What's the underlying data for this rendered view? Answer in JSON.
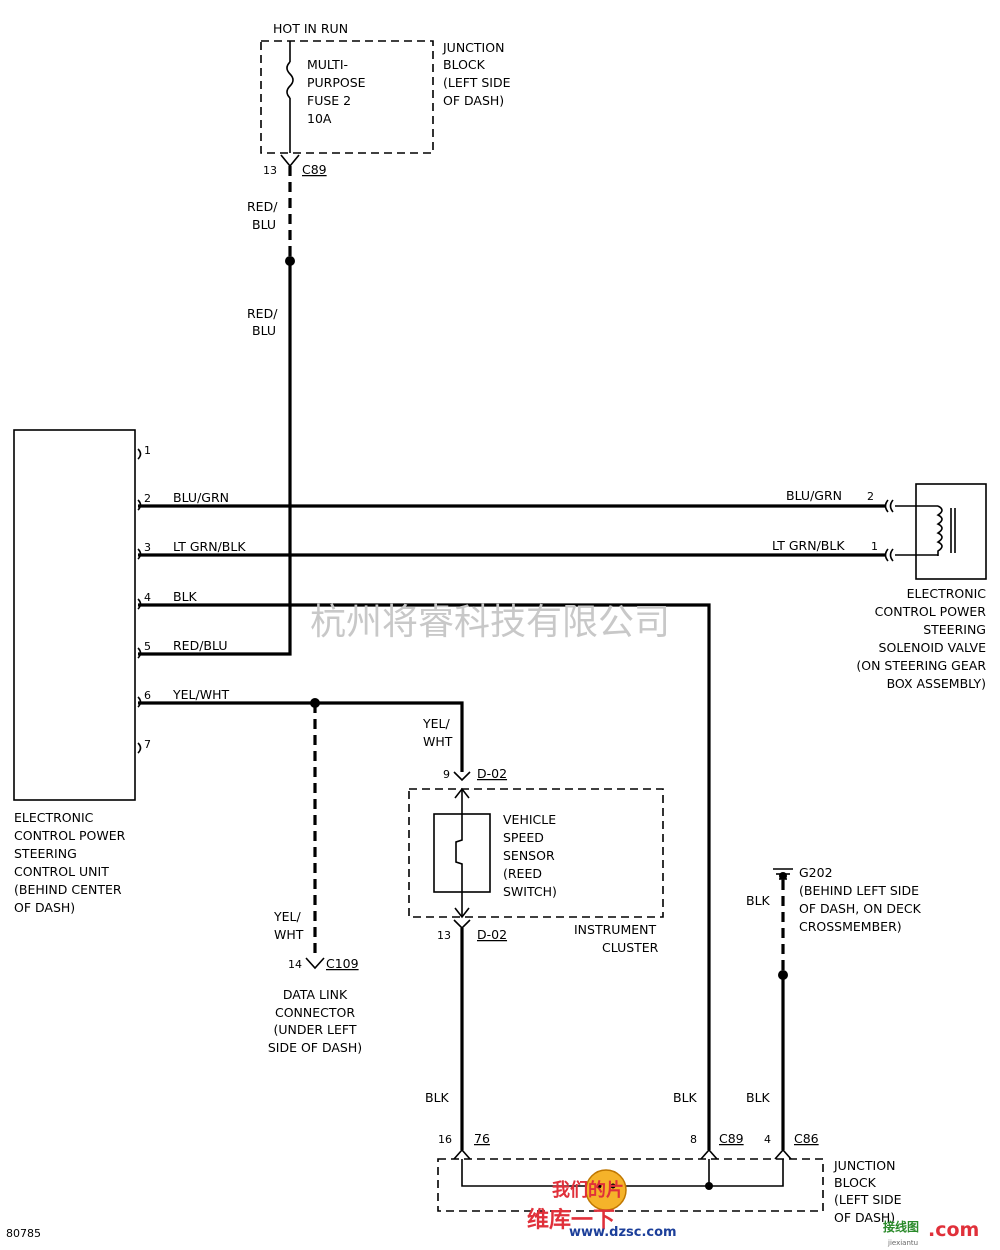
{
  "fuse": {
    "header": "HOT IN RUN",
    "label": [
      "MULTI-",
      "PURPOSE",
      "FUSE 2",
      "10A"
    ]
  },
  "junction_block_top": [
    "JUNCTION",
    "BLOCK",
    "(LEFT SIDE",
    "OF DASH)"
  ],
  "conn_c89_top": {
    "pin": "13",
    "name": "C89"
  },
  "wires": {
    "red_blu_a": [
      "RED/",
      "BLU"
    ],
    "red_blu_b": [
      "RED/",
      "BLU"
    ],
    "yel_wht_a": [
      "YEL/",
      "WHT"
    ],
    "yel_wht_b": [
      "YEL/",
      "WHT"
    ],
    "blk_g202": "BLK",
    "blk_1": "BLK",
    "blk_2": "BLK",
    "blk_3": "BLK"
  },
  "ecu": {
    "pins": [
      {
        "num": "1",
        "wire": ""
      },
      {
        "num": "2",
        "wire": "BLU/GRN"
      },
      {
        "num": "3",
        "wire": "LT GRN/BLK"
      },
      {
        "num": "4",
        "wire": "BLK"
      },
      {
        "num": "5",
        "wire": "RED/BLU"
      },
      {
        "num": "6",
        "wire": "YEL/WHT"
      },
      {
        "num": "7",
        "wire": ""
      }
    ],
    "label": [
      "ELECTRONIC",
      "CONTROL POWER",
      "STEERING",
      "CONTROL UNIT",
      "(BEHIND CENTER",
      "OF DASH)"
    ]
  },
  "solenoid": {
    "pins": [
      {
        "num": "2",
        "wire": "BLU/GRN"
      },
      {
        "num": "1",
        "wire": "LT GRN/BLK"
      }
    ],
    "label": [
      "ELECTRONIC",
      "CONTROL POWER",
      "STEERING",
      "SOLENOID VALVE",
      "(ON STEERING GEAR",
      "BOX ASSEMBLY)"
    ]
  },
  "watermark_cn": "杭州将睿科技有限公司",
  "d02_top": {
    "pin": "9",
    "name": "D-02"
  },
  "d02_bottom": {
    "pin": "13",
    "name": "D-02"
  },
  "vss": [
    "VEHICLE",
    "SPEED",
    "SENSOR",
    "(REED",
    "SWITCH)"
  ],
  "instrument_cluster": [
    "INSTRUMENT",
    "CLUSTER"
  ],
  "g202": {
    "name": "G202",
    "desc": [
      "(BEHIND LEFT SIDE",
      "OF DASH, ON DECK",
      "CROSSMEMBER)"
    ]
  },
  "c109": {
    "pin": "14",
    "name": "C109"
  },
  "dlc": [
    "DATA LINK",
    "CONNECTOR",
    "(UNDER LEFT",
    "SIDE OF DASH)"
  ],
  "bottom_conns": [
    {
      "pin": "16",
      "name": "76"
    },
    {
      "pin": "8",
      "name": "C89"
    },
    {
      "pin": "4",
      "name": "C86"
    }
  ],
  "junction_block_bottom": [
    "JUNCTION",
    "BLOCK",
    "(LEFT SIDE",
    "OF DASH)"
  ],
  "figure_id": "80785",
  "watermarks": {
    "logo_top": "我们的片",
    "logo_cn": "维库一下",
    "logo_url": "www.dzsc.com",
    "br_cn": "接线图",
    "br_com": ".com",
    "br_small": "jiexiantu"
  }
}
